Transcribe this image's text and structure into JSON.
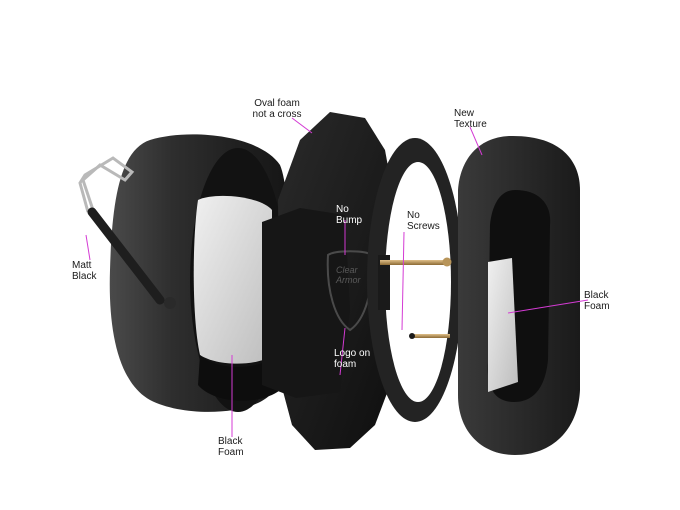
{
  "labels": {
    "oval_foam": {
      "line1": "Oval foam",
      "line2": "not a cross"
    },
    "new_texture": {
      "line1": "New",
      "line2": "Texture"
    },
    "matt_black": {
      "line1": "Matt",
      "line2": "Black"
    },
    "no_bump": {
      "line1": "No",
      "line2": "Bump"
    },
    "no_screws": {
      "line1": "No",
      "line2": "Screws"
    },
    "black_foam_right": {
      "line1": "Black",
      "line2": "Foam"
    },
    "logo_on_foam": {
      "line1": "Logo on",
      "line2": "foam"
    },
    "black_foam_bottom": {
      "line1": "Black",
      "line2": "Foam"
    }
  },
  "logo": {
    "line1": "Clear",
    "line2": "Armor"
  },
  "colors": {
    "leader_line": "#d43bd4",
    "shell": "#2b2b2b",
    "foam": "#1c1c1c",
    "inner_foam": "#d9d9d9",
    "brass": "#b8955a"
  }
}
